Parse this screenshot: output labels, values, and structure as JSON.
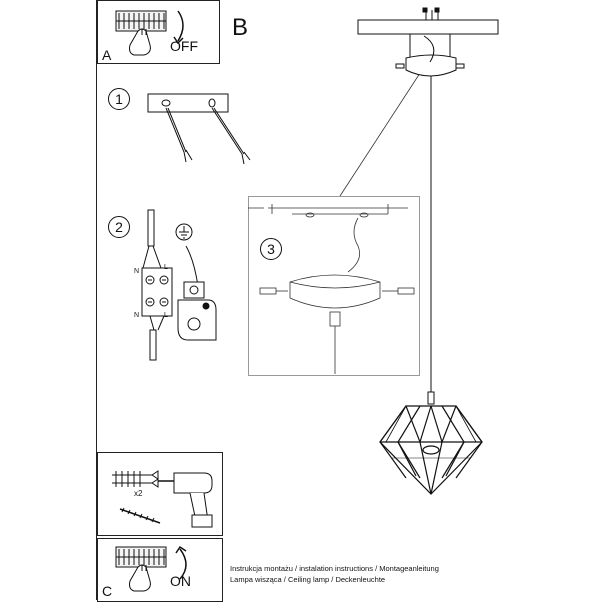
{
  "panels": {
    "a": {
      "label": "A",
      "action": "OFF"
    },
    "b": {
      "label": "B"
    },
    "c": {
      "label": "C",
      "action": "ON"
    }
  },
  "steps": {
    "step1": "1",
    "step2": "2",
    "step3": "3"
  },
  "wiring": {
    "n_top": "N",
    "l_top": "L",
    "n_bottom": "N",
    "l_bottom": "L"
  },
  "drill": {
    "multiplier": "x2"
  },
  "captions": {
    "line1": "Instrukcja montażu / instalation instructions / Montageanleitung",
    "line2": "Lampa wisząca / Ceiling lamp  / Deckenleuchte"
  }
}
